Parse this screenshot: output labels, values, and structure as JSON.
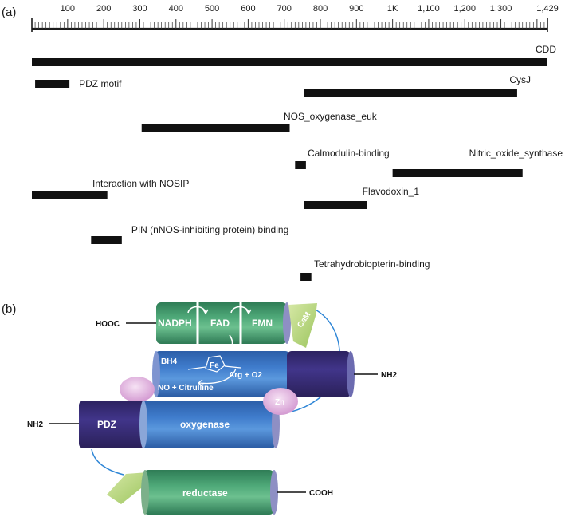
{
  "panel_a_label": "(a)",
  "panel_b_label": "(b)",
  "ruler": {
    "min": 1,
    "max": 1429,
    "minor_step": 10,
    "labeled_ticks": [
      {
        "value": 100,
        "label": "100"
      },
      {
        "value": 200,
        "label": "200"
      },
      {
        "value": 300,
        "label": "300"
      },
      {
        "value": 400,
        "label": "400"
      },
      {
        "value": 500,
        "label": "500"
      },
      {
        "value": 600,
        "label": "600"
      },
      {
        "value": 700,
        "label": "700"
      },
      {
        "value": 800,
        "label": "800"
      },
      {
        "value": 900,
        "label": "900"
      },
      {
        "value": 1000,
        "label": "1K"
      },
      {
        "value": 1100,
        "label": "1,100"
      },
      {
        "value": 1200,
        "label": "1,200"
      },
      {
        "value": 1300,
        "label": "1,300"
      },
      {
        "value": 1429,
        "label": "1,429"
      }
    ]
  },
  "features": [
    {
      "name": "CDD",
      "start": 1,
      "end": 1429
    },
    {
      "name": "PDZ motif",
      "start": 10,
      "end": 105
    },
    {
      "name": "CysJ",
      "start": 755,
      "end": 1345
    },
    {
      "name": "NOS_oxygenase_euk",
      "start": 305,
      "end": 715
    },
    {
      "name": "Calmodulin-binding",
      "start": 730,
      "end": 760
    },
    {
      "name": "Nitric_oxide_synthase",
      "start": 1000,
      "end": 1360
    },
    {
      "name": "Interaction with NOSIP",
      "start": 1,
      "end": 210
    },
    {
      "name": "Flavodoxin_1",
      "start": 755,
      "end": 930
    },
    {
      "name": "PIN (nNOS-inhibiting protein) binding",
      "start": 165,
      "end": 250
    },
    {
      "name": "Tetrahydrobiopterin-binding",
      "start": 745,
      "end": 775
    }
  ],
  "panel_b": {
    "hooc": "HOOC",
    "nh2_top": "NH2",
    "nh2_left": "NH2",
    "cooh": "COOH",
    "nadph": "NADPH",
    "fad": "FAD",
    "fmn": "FMN",
    "cam": "CaM",
    "bh4": "BH4",
    "fe": "Fe",
    "arg_o2": "Arg + O2",
    "no_citrulline": "NO + Citrulline",
    "zn": "Zn",
    "pdz": "PDZ",
    "oxygenase": "oxygenase",
    "reductase": "reductase"
  },
  "colors": {
    "green": "#3f9a6c",
    "blue": "#3a72c4",
    "purple": "#3b2f78",
    "lime": "#b9d77a",
    "pink": "#e3b9e0",
    "line_blue": "#2f86d6"
  }
}
